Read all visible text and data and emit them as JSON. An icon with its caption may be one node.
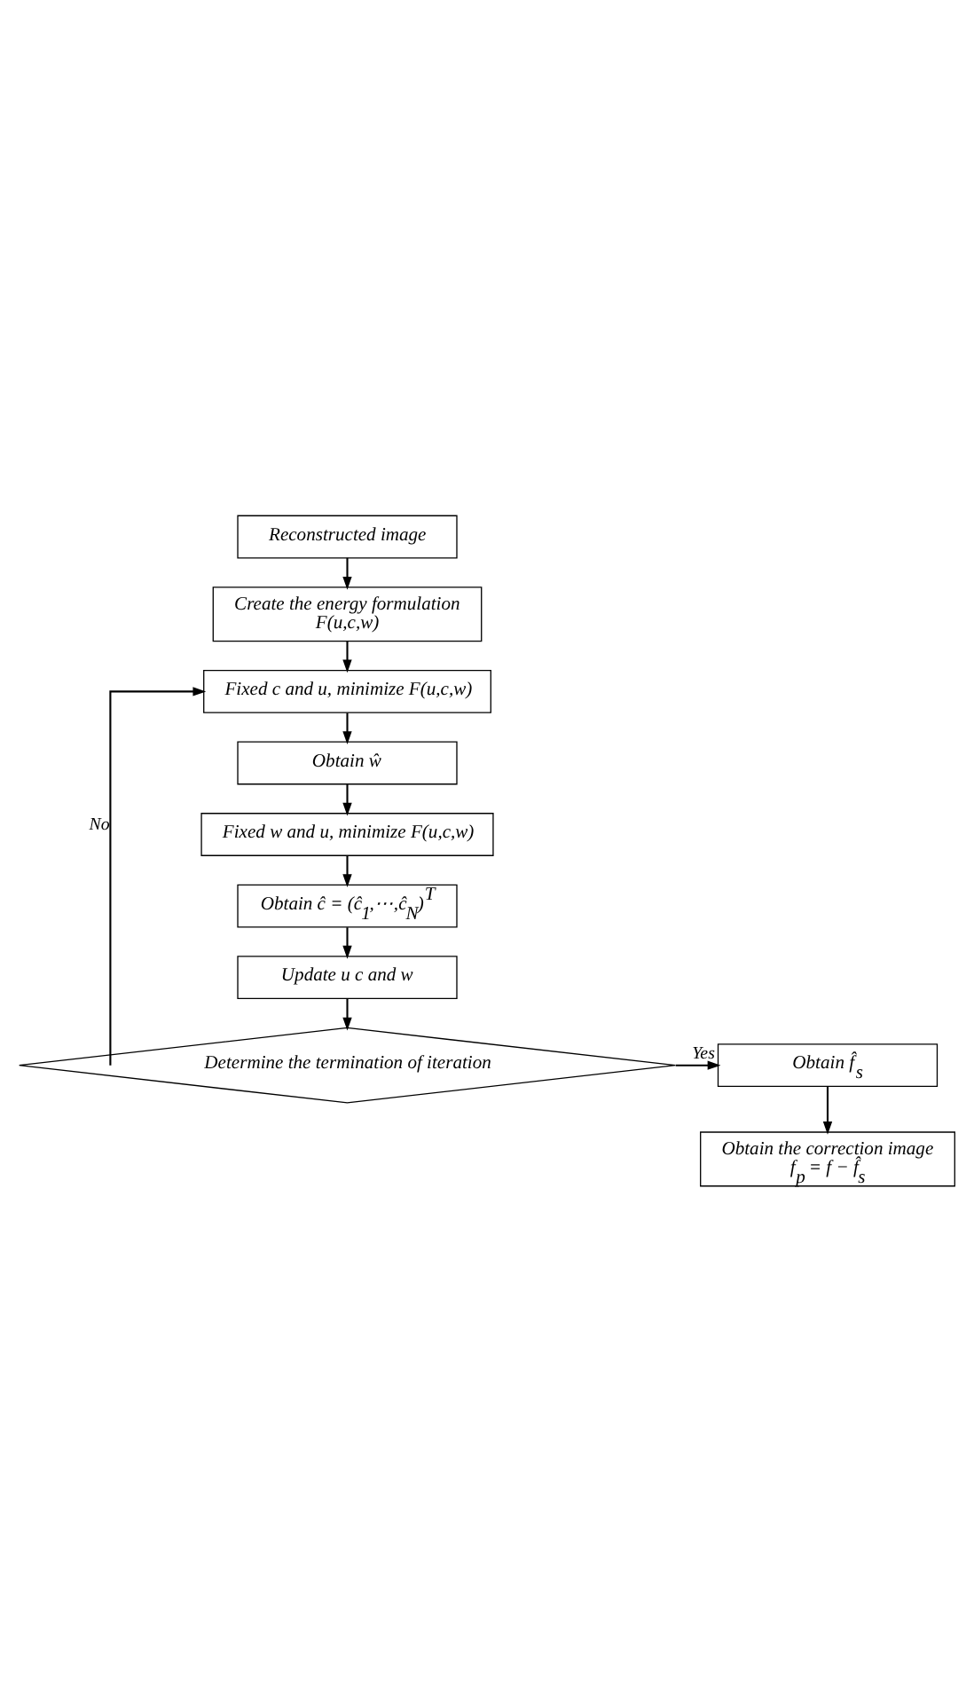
{
  "diagram": {
    "nodes": [
      {
        "text": [
          "Reconstructed image"
        ]
      },
      {
        "text": [
          "Create the energy formulation",
          "F(u,c,w)"
        ]
      },
      {
        "text": [
          "Fixed c and u, minimize F(u,c,w)"
        ]
      },
      {
        "text": [
          "Obtain ŵ"
        ]
      },
      {
        "text": [
          "Fixed w and u, minimize F(u,c,w)"
        ]
      },
      {
        "text": [
          "Obtain ĉ = (ĉ$_{1}$,⋯,ĉ$_{N}$)$^{T}$"
        ]
      },
      {
        "text": [
          "Update u c and w"
        ]
      },
      {
        "text": [
          "Determine the termination of iteration"
        ]
      },
      {
        "text": [
          "Obtain f̂$_{s}$"
        ]
      },
      {
        "text": [
          "Obtain the correction image",
          "f$_{p}$ = f − f̂$_{s}$"
        ]
      }
    ],
    "edges": [
      {
        "from": 0,
        "to": 1,
        "arrow": "to"
      },
      {
        "from": 1,
        "to": 2,
        "arrow": "to"
      },
      {
        "from": 2,
        "to": 3,
        "arrow": "to"
      },
      {
        "from": 3,
        "to": 4,
        "arrow": "to"
      },
      {
        "from": 4,
        "to": 5,
        "arrow": "to"
      },
      {
        "from": 5,
        "to": 6,
        "arrow": "to"
      },
      {
        "from": 6,
        "to": 7,
        "arrow": "to"
      },
      {
        "from": 7,
        "to": 2,
        "arrow": "to",
        "label": "No"
      },
      {
        "from": 7,
        "to": 8,
        "arrow": "to",
        "label": "Yes"
      },
      {
        "from": 8,
        "to": 9,
        "arrow": "to"
      }
    ]
  }
}
